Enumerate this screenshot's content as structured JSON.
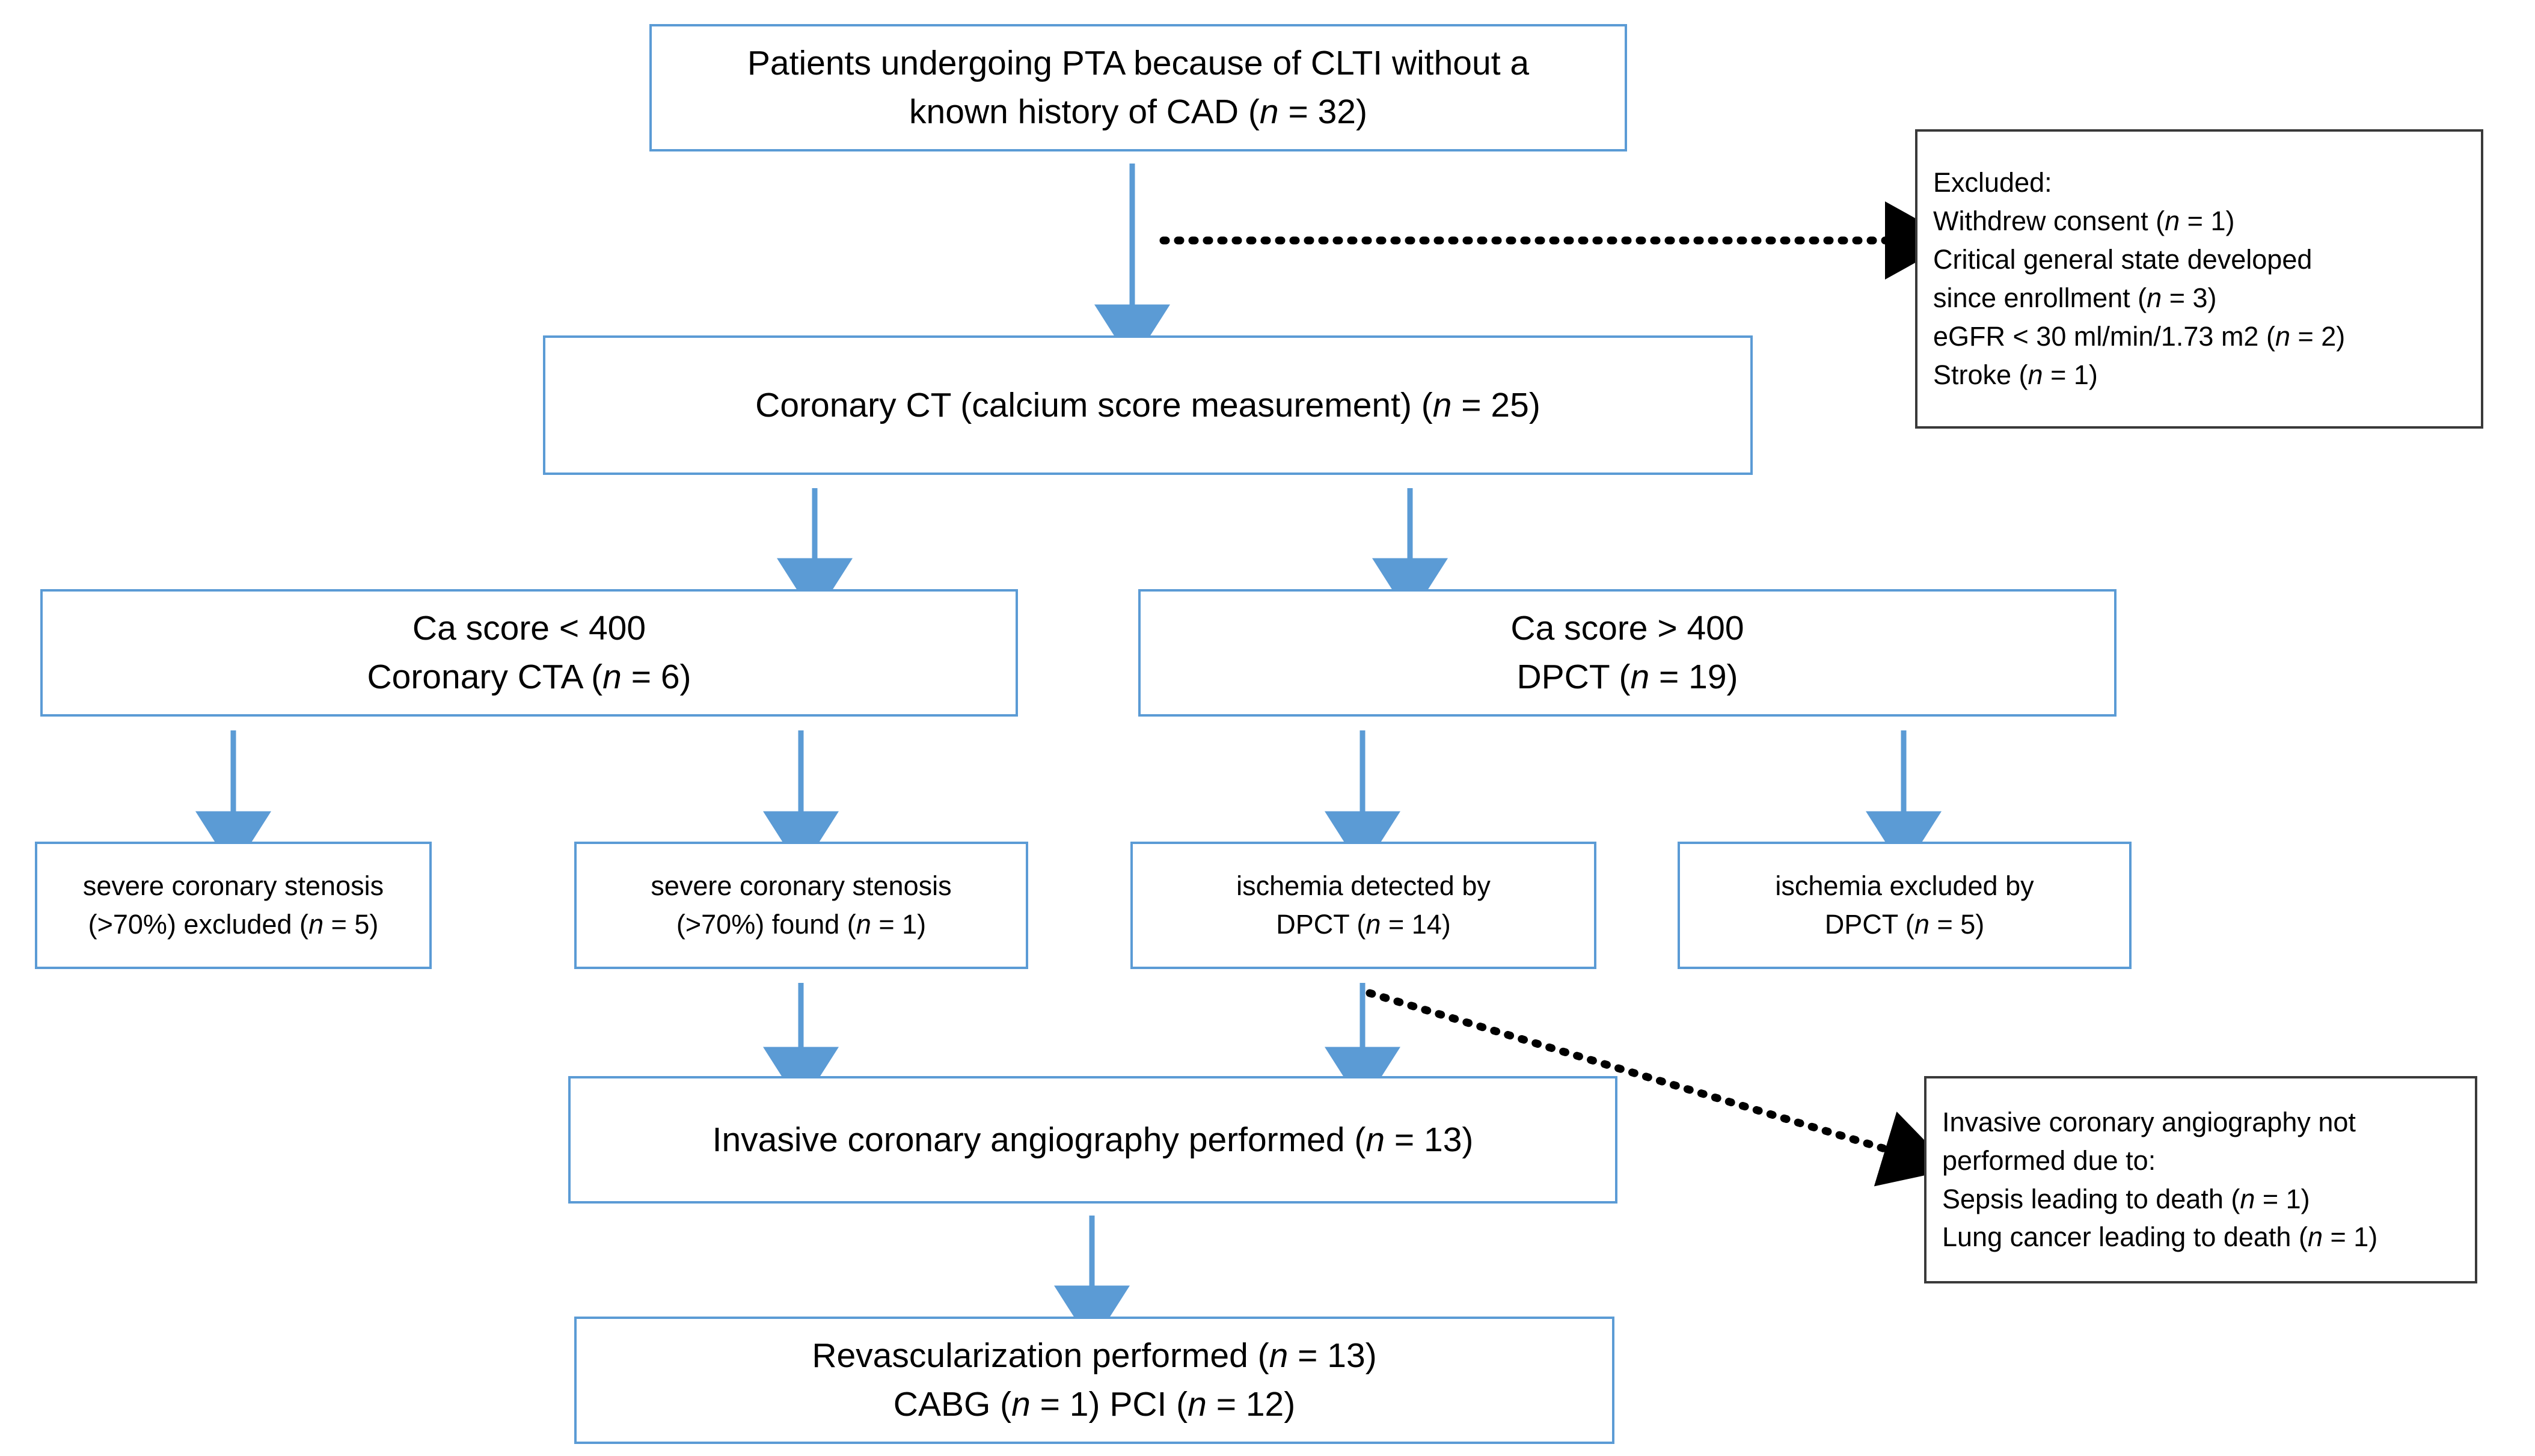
{
  "figure": {
    "type": "flowchart",
    "title": "Patient enrolment and diagnostic pathway flowchart",
    "colors": {
      "box_border_blue": "#5B9BD5",
      "box_border_dark": "#3A3A3A",
      "arrow_blue": "#5B9BD5",
      "arrow_dotted": "#000000",
      "background": "#FFFFFF",
      "text": "#000000"
    }
  },
  "nodes": {
    "enrolled": {
      "name": "enrolled-patients-box",
      "lines": [
        "Patients undergoing PTA because of CLTI without a",
        "known history of CAD  (n = 32)"
      ],
      "n": 32,
      "style": "blue"
    },
    "excluded": {
      "name": "excluded-box",
      "lines": [
        "Excluded:",
        "Withdrew consent (n = 1)",
        "Critical general state developed",
        "since enrollment (n = 3)",
        "eGFR < 30 ml/min/1.73 m2  (n = 2)",
        "Stroke (n = 1)"
      ],
      "style": "dark"
    },
    "coronary_ct": {
      "name": "coronary-ct-box",
      "lines": [
        "Coronary CT (calcium score measurement) (n = 25)"
      ],
      "n": 25,
      "style": "blue"
    },
    "ca_low": {
      "name": "ca-score-low-box",
      "lines": [
        "Ca score < 400",
        "Coronary CTA (n = 6)"
      ],
      "n": 6,
      "style": "blue"
    },
    "ca_high": {
      "name": "ca-score-high-box",
      "lines": [
        "Ca score > 400",
        "DPCT (n = 19)"
      ],
      "n": 19,
      "style": "blue"
    },
    "stenosis_excluded": {
      "name": "stenosis-excluded-box",
      "lines": [
        "severe coronary stenosis",
        "(>70%) excluded (n = 5)"
      ],
      "n": 5,
      "style": "blue"
    },
    "stenosis_found": {
      "name": "stenosis-found-box",
      "lines": [
        "severe coronary stenosis",
        "(>70%) found (n = 1)"
      ],
      "n": 1,
      "style": "blue"
    },
    "ischemia_detected": {
      "name": "ischemia-detected-box",
      "lines": [
        "ischemia detected by",
        "DPCT (n = 14)"
      ],
      "n": 14,
      "style": "blue"
    },
    "ischemia_excluded": {
      "name": "ischemia-excluded-box",
      "lines": [
        "ischemia excluded by",
        "DPCT (n = 5)"
      ],
      "n": 5,
      "style": "blue"
    },
    "ica_performed": {
      "name": "invasive-angiography-performed-box",
      "lines": [
        "Invasive coronary angiography performed (n = 13)"
      ],
      "n": 13,
      "style": "blue"
    },
    "ica_not_performed": {
      "name": "invasive-angiography-not-performed-box",
      "lines": [
        "Invasive coronary angiography not",
        "performed due to:",
        "Sepsis leading to death (n = 1)",
        "Lung cancer leading to death (n = 1)"
      ],
      "style": "dark"
    },
    "revascularization": {
      "name": "revascularization-box",
      "lines": [
        "Revascularization performed (n = 13)",
        "CABG (n = 1) PCI (n = 12)"
      ],
      "n": 13,
      "style": "blue"
    }
  },
  "edges": [
    {
      "name": "edge-enrolled-to-ct",
      "kind": "solid-arrow-down",
      "color": "#5B9BD5"
    },
    {
      "name": "edge-enrolled-to-excluded",
      "kind": "dotted-arrow-right",
      "color": "#000000"
    },
    {
      "name": "edge-ct-to-ca-low",
      "kind": "solid-arrow-down",
      "color": "#5B9BD5"
    },
    {
      "name": "edge-ct-to-ca-high",
      "kind": "solid-arrow-down",
      "color": "#5B9BD5"
    },
    {
      "name": "edge-ca-low-to-stenosis-excluded",
      "kind": "solid-arrow-down",
      "color": "#5B9BD5"
    },
    {
      "name": "edge-ca-low-to-stenosis-found",
      "kind": "solid-arrow-down",
      "color": "#5B9BD5"
    },
    {
      "name": "edge-ca-high-to-ischemia-detected",
      "kind": "solid-arrow-down",
      "color": "#5B9BD5"
    },
    {
      "name": "edge-ca-high-to-ischemia-excluded",
      "kind": "solid-arrow-down",
      "color": "#5B9BD5"
    },
    {
      "name": "edge-stenosis-found-to-ica",
      "kind": "solid-arrow-down",
      "color": "#5B9BD5"
    },
    {
      "name": "edge-ischemia-detected-to-ica",
      "kind": "solid-arrow-down",
      "color": "#5B9BD5"
    },
    {
      "name": "edge-ischemia-detected-to-ica-not-performed",
      "kind": "dotted-arrow-diagonal",
      "color": "#000000"
    },
    {
      "name": "edge-ica-to-revascularization",
      "kind": "solid-arrow-down",
      "color": "#5B9BD5"
    }
  ]
}
